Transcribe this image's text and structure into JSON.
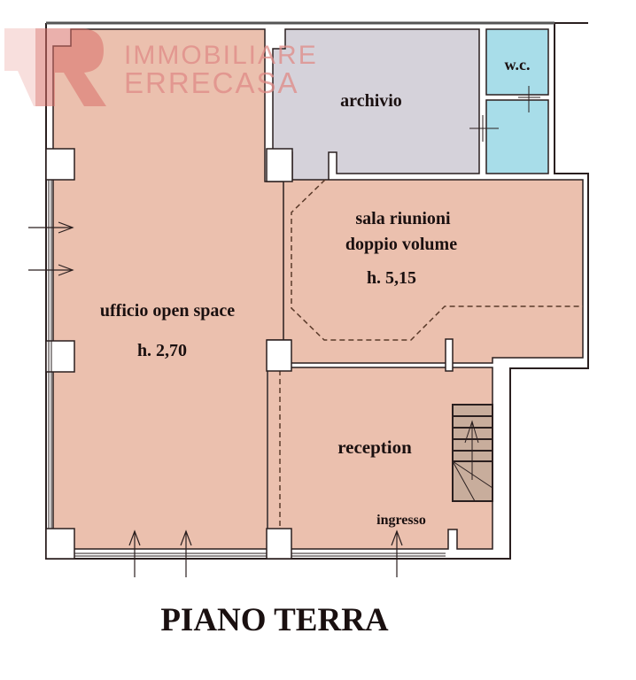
{
  "title": "PIANO TERRA",
  "watermark": {
    "line1": "IMMOBILIARE",
    "line2": "ERRECASA",
    "logo": "RR-logo"
  },
  "rooms": [
    {
      "id": "ufficio",
      "name": "ufficio open space",
      "height": "h. 2,70"
    },
    {
      "id": "archivio",
      "name": "archivio"
    },
    {
      "id": "wc",
      "name": "w.c."
    },
    {
      "id": "sala",
      "name_line1": "sala riunioni",
      "name_line2": "doppio volume",
      "height": "h. 5,15"
    },
    {
      "id": "reception",
      "name": "reception",
      "entrance": "ingresso"
    }
  ],
  "colors": {
    "office_fill": "#ebc0ae",
    "archive_fill": "#d5d2da",
    "wc_fill": "#a8dde9",
    "stair_fill": "#c8ad9c",
    "wall_line": "#2a1f1f",
    "dash_line": "#5a3a2a",
    "watermark": "#e08a86"
  }
}
